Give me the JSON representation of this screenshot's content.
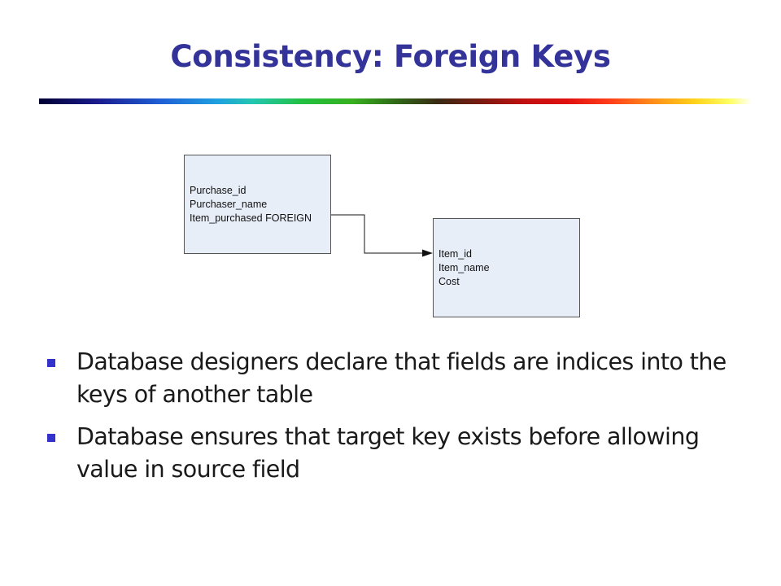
{
  "slide": {
    "title": "Consistency: Foreign Keys",
    "colors": {
      "title": "#333399",
      "bullet_marker": "#3333cc",
      "table_fill": "#e8eef8"
    },
    "diagram": {
      "source_table": {
        "fields": [
          "Purchase_id",
          "Purchaser_name",
          "Item_purchased FOREIGN"
        ]
      },
      "target_table": {
        "fields": [
          "Item_id",
          "Item_name",
          "Cost"
        ]
      }
    },
    "bullets": [
      {
        "text": "Database designers declare that fields are indices into the keys of another table"
      },
      {
        "text": "Database ensures that target key exists before allowing value in source field"
      }
    ]
  }
}
